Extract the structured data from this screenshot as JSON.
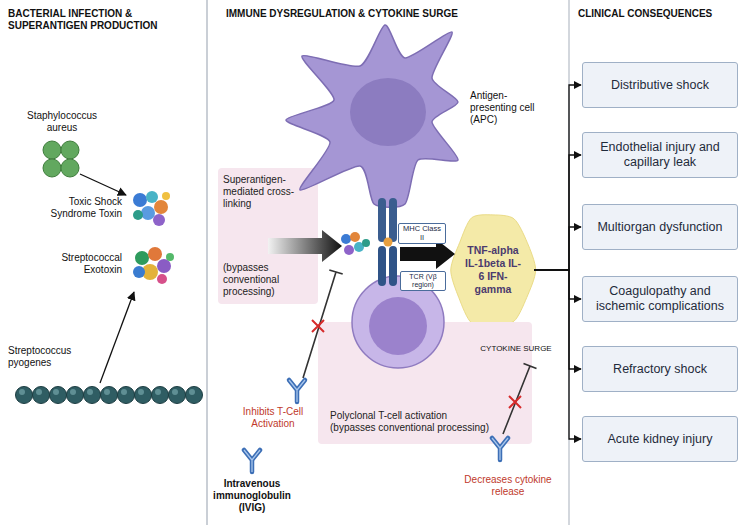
{
  "diagram": {
    "nodes": [
      {
        "text": [
          "Superantigen-mediated cross-linking",
          "(bypasses conventional processing)"
        ]
      },
      {
        "text": [
          "MHC Class II"
        ]
      },
      {
        "text": [
          "TCR (Vβ region)"
        ]
      },
      {
        "text": [
          "TNF-alpha IL-1beta IL-6 IFN-gamma"
        ]
      },
      {
        "text": [
          "Polyclonal T-cell activation (bypasses conventional processing)"
        ]
      },
      {
        "text": [
          "Distributive shock"
        ]
      },
      {
        "text": [
          "Endothelial injury and capillary leak"
        ]
      },
      {
        "text": [
          "Multiorgan dysfunction"
        ]
      },
      {
        "text": [
          "Coagulopathy and ischemic complications"
        ]
      },
      {
        "text": [
          "Refractory shock"
        ]
      },
      {
        "text": [
          "Acute kidney injury"
        ]
      }
    ],
    "edges": [
      {
        "from": 3,
        "to": 5,
        "arrow": "to"
      },
      {
        "from": 3,
        "to": 6,
        "arrow": "to"
      },
      {
        "from": 3,
        "to": 7,
        "arrow": "to"
      },
      {
        "from": 3,
        "to": 8,
        "arrow": "to"
      },
      {
        "from": 3,
        "to": 9,
        "arrow": "to"
      },
      {
        "from": 3,
        "to": 10,
        "arrow": "to"
      }
    ],
    "labels": [
      "BACTERIAL INFECTION & SUPERANTIGEN PRODUCTION",
      "IMMUNE DYSREGULATION & CYTOKINE SURGE",
      "CLINICAL CONSEQUENCES",
      "Staphylococcus aureus",
      "Toxic Shock Syndrome Toxin",
      "Streptococcal Exotoxin",
      "Streptococcus pyogenes",
      "Antigen-presenting cell (APC)",
      "Inhibits T-Cell Activation",
      "Intravenous immunoglobulin (IVIG)",
      "CYTOKINE SURGE",
      "Decreases cytokine release"
    ]
  }
}
